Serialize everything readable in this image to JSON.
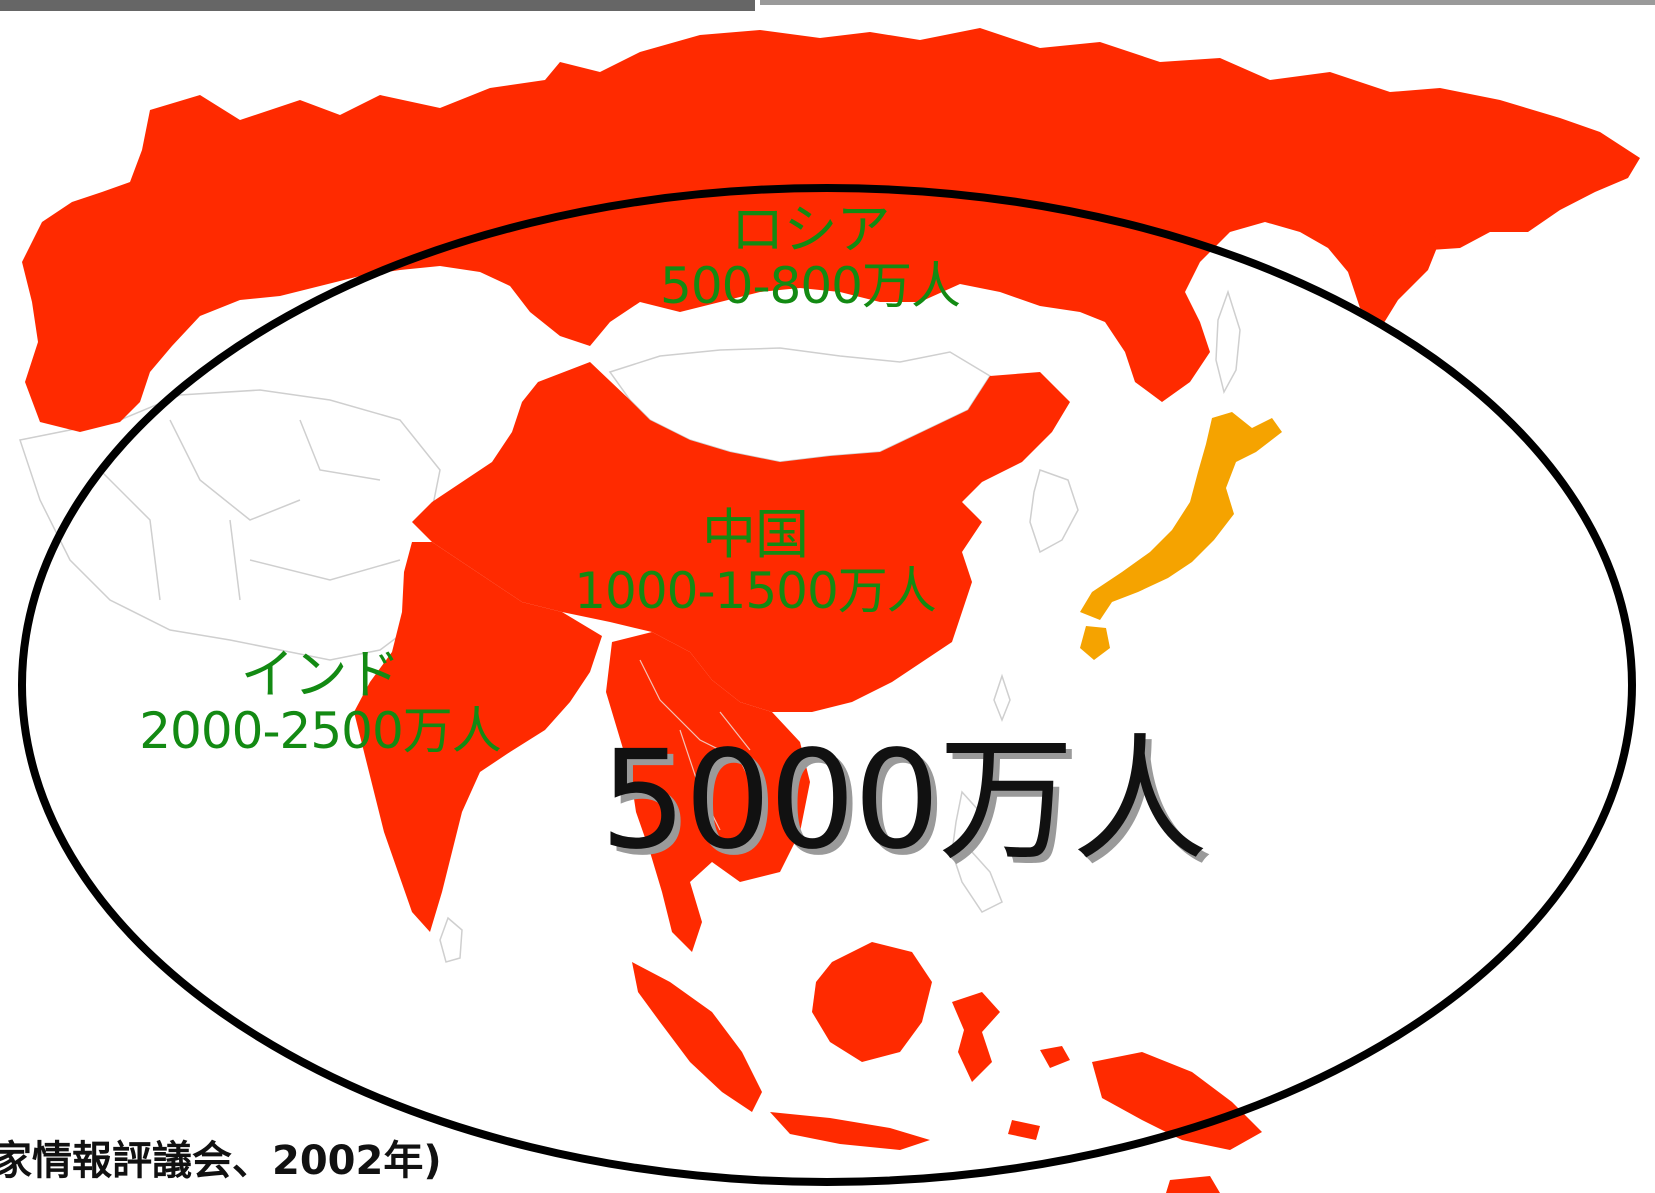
{
  "map": {
    "colors": {
      "highlight": "#ff2a00",
      "japan": "#f5a300",
      "unshaded": "#ffffff",
      "border": "#cfcfcf",
      "label": "#138a13",
      "ellipse": "#000000"
    },
    "regions": [
      {
        "id": "russia",
        "name": "ロシア",
        "estimate": "500-800万人"
      },
      {
        "id": "china",
        "name": "中国",
        "estimate": "1000-1500万人"
      },
      {
        "id": "india",
        "name": "インド",
        "estimate": "2000-2500万人"
      }
    ],
    "total": "5000万人",
    "source": "家情報評議会、2002年)"
  }
}
